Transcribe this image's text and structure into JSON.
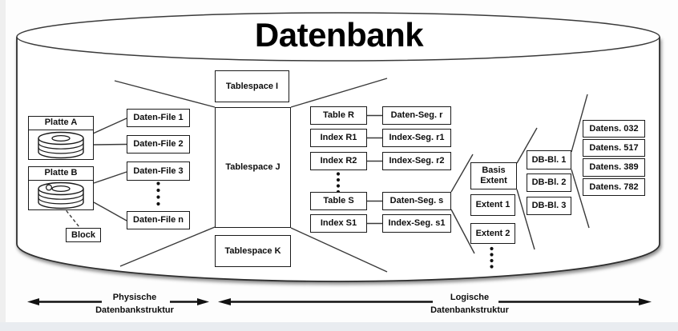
{
  "title": "Datenbank",
  "colors": {
    "ink": "#1a1a1a",
    "connector_line": "#3a3a3a",
    "background": "#ffffff",
    "page_edge": "#e9ecf0"
  },
  "physical": {
    "disk_a_label": "Platte A",
    "disk_b_label": "Platte B",
    "block_label": "Block",
    "data_files": [
      "Daten-File 1",
      "Daten-File 2",
      "Daten-File 3",
      "Daten-File n"
    ]
  },
  "tablespaces": {
    "i": "Tablespace I",
    "j": "Tablespace J",
    "k": "Tablespace K"
  },
  "tables": {
    "table_r": "Table R",
    "index_r1": "Index R1",
    "index_r2": "Index R2",
    "table_s": "Table S",
    "index_s1": "Index S1"
  },
  "segments": {
    "daten_seg_r": "Daten-Seg. r",
    "index_seg_r1": "Index-Seg. r1",
    "index_seg_r2": "Index-Seg. r2",
    "daten_seg_s": "Daten-Seg. s",
    "index_seg_s1": "Index-Seg. s1"
  },
  "extents": {
    "basis": "Basis Extent",
    "extent_1": "Extent 1",
    "extent_2": "Extent 2"
  },
  "db_blocks": [
    "DB-Bl. 1",
    "DB-Bl. 2",
    "DB-Bl. 3"
  ],
  "records": [
    "Datens. 032",
    "Datens. 517",
    "Datens. 389",
    "Datens. 782"
  ],
  "legend": {
    "physical_line1": "Physische",
    "physical_line2": "Datenbankstruktur",
    "logical_line1": "Logische",
    "logical_line2": "Datenbankstruktur"
  }
}
